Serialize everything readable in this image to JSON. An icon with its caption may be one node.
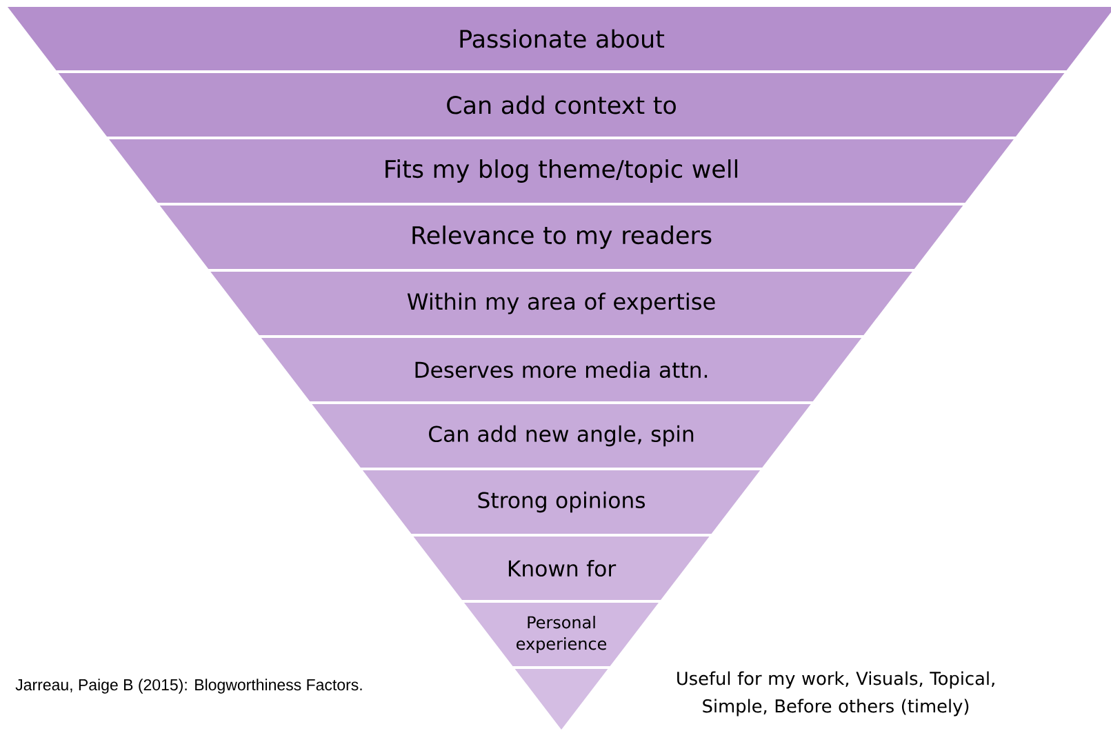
{
  "diagram": {
    "nodes": [
      {
        "text": [
          "Passionate about"
        ]
      },
      {
        "text": [
          "Can add context to"
        ]
      },
      {
        "text": [
          "Fits my blog theme/topic well"
        ]
      },
      {
        "text": [
          "Relevance to my readers"
        ]
      },
      {
        "text": [
          "Within my area of expertise"
        ]
      },
      {
        "text": [
          "Deserves more media attn."
        ]
      },
      {
        "text": [
          "Can add new angle, spin"
        ]
      },
      {
        "text": [
          "Strong opinions"
        ]
      },
      {
        "text": [
          "Known for"
        ]
      },
      {
        "text": [
          "Personal experience"
        ]
      },
      {
        "text": [],
        "shape": "triangle"
      }
    ],
    "labels": [
      "Jarreau, Paige B (2015): Blogworthiness Factors.",
      "Useful for my work, Visuals, Topical, Simple, Before others (timely)"
    ]
  }
}
